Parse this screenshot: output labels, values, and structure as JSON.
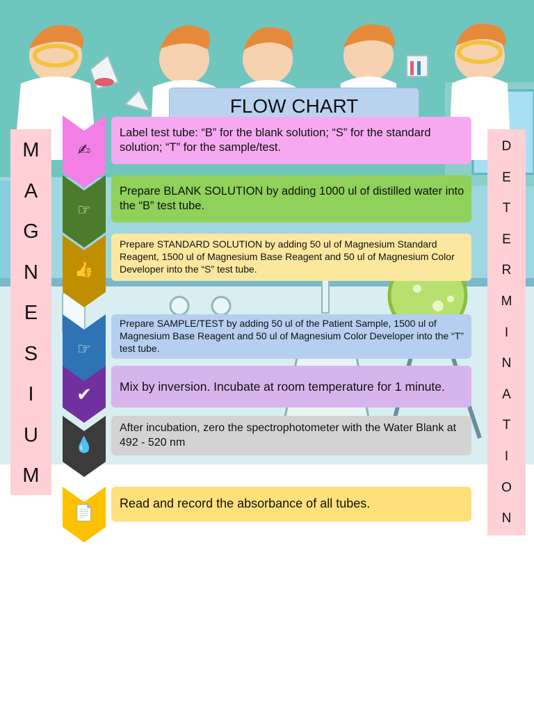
{
  "title": "FLOW CHART",
  "left_word": [
    "M",
    "A",
    "G",
    "N",
    "E",
    "S",
    "I",
    "U",
    "M"
  ],
  "right_word": [
    "D",
    "E",
    "T",
    "E",
    "R",
    "M",
    "I",
    "N",
    "A",
    "T",
    "I",
    "O",
    "N"
  ],
  "steps": [
    {
      "text": "Label test tube: “B” for the blank solution; “S” for the standard solution; “T” for the sample/test.",
      "icon": "writing-hand-icon",
      "glyph": "✍",
      "color": "#f6a9f0",
      "chevron": "#f37ee6"
    },
    {
      "text": "Prepare BLANK SOLUTION by adding 1000 ul of distilled water into the “B” test tube.",
      "icon": "pointing-hand-icon",
      "glyph": "☞",
      "color": "#8fd15a",
      "chevron": "#4c7b2b"
    },
    {
      "text": "Prepare STANDARD SOLUTION by adding 50 ul of Magnesium Standard Reagent, 1500 ul of Magnesium Base Reagent and 50 ul of Magnesium Color Developer into the “S” test tube.",
      "icon": "thumbs-up-icon",
      "glyph": "👍",
      "color": "#fce79e",
      "chevron": "#bf8f00"
    },
    {
      "text": "Prepare SAMPLE/TEST by adding 50 ul of the Patient Sample, 1500 ul of Magnesium Base Reagent and 50 ul of Magnesium Color Developer into the “T” test tube.",
      "icon": "pointing-hand-icon",
      "glyph": "☞",
      "color": "#b6cff0",
      "chevron": "#2e74b5"
    },
    {
      "text": "Mix by inversion. Incubate at room temperature for 1 minute.",
      "icon": "check-mark-icon",
      "glyph": "✔",
      "color": "#d8b4ec",
      "chevron": "#7030a0"
    },
    {
      "text": "After incubation, zero the spectrophotometer with the Water Blank at 492 - 520 nm",
      "icon": "drop-icon",
      "glyph": "💧",
      "color": "#d3d3d3",
      "chevron": "#3b3b3b"
    },
    {
      "text": "Read and record the absorbance of all tubes.",
      "icon": "documents-icon",
      "glyph": "📄",
      "color": "#ffe07a",
      "chevron": "#ffc000"
    }
  ]
}
